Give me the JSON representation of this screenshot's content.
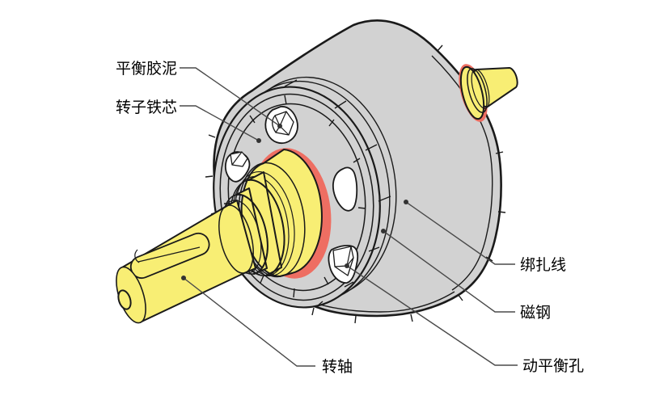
{
  "figure": {
    "type": "labeled-technical-illustration",
    "description_visible_parts": "motor rotor with shaft, magnets and balance holes"
  },
  "labels": [
    {
      "id": "balance-clay",
      "text": "平衡胶泥"
    },
    {
      "id": "rotor-core",
      "text": "转子铁芯"
    },
    {
      "id": "shaft",
      "text": "转轴"
    },
    {
      "id": "binding-wire",
      "text": "绑扎线"
    },
    {
      "id": "magnet-steel",
      "text": "磁钢"
    },
    {
      "id": "balance-hole",
      "text": "动平衡孔"
    }
  ],
  "colors": {
    "background": "#ffffff",
    "body": "#d2d2d2",
    "shaft": "#f8ee74",
    "accent": "#ee6e62",
    "outline": "#1a1a1a",
    "leader": "#4a4a4a",
    "hole": "#ffffff"
  }
}
